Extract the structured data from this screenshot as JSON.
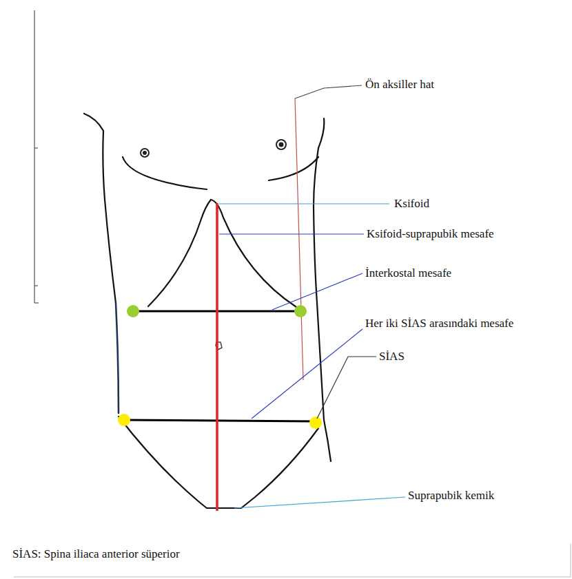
{
  "diagram": {
    "labels": [
      "Ön aksiller hat",
      "Ksifoid",
      "Ksifoid-suprapubik mesafe",
      "İnterkostal mesafe",
      "Her iki SİAS arasındaki mesafe",
      "SİAS",
      "Suprapubik kemik",
      "SİAS: Spina iliaca anterior süperior"
    ]
  }
}
